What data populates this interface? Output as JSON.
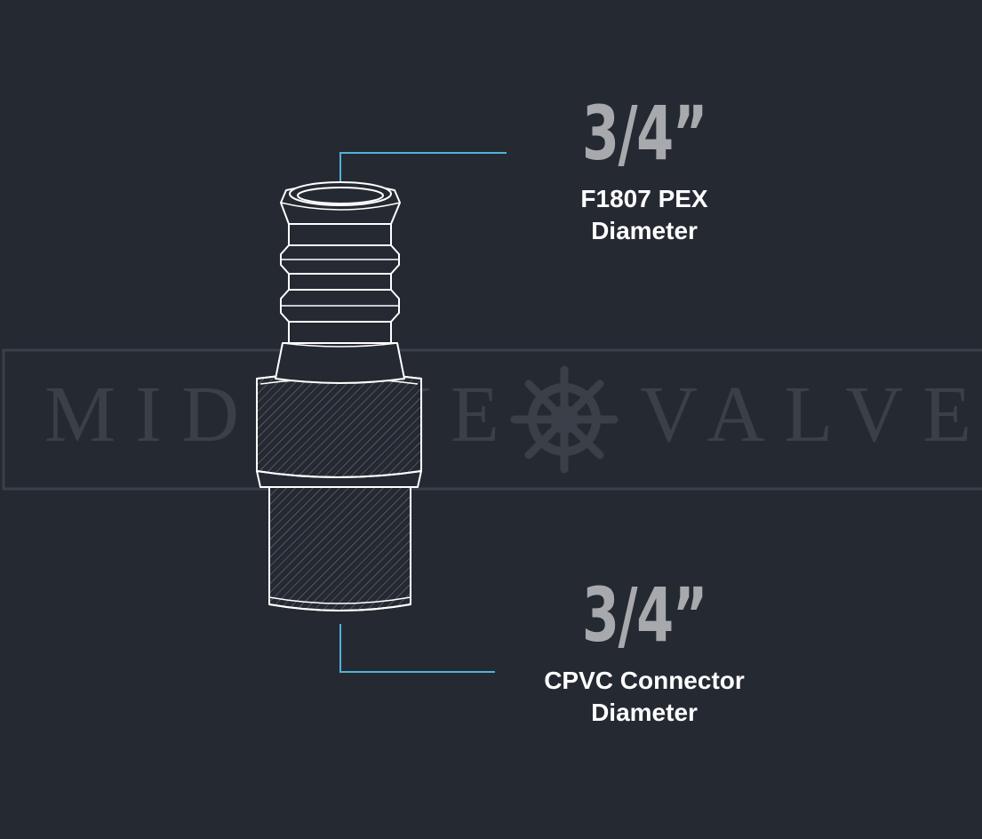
{
  "colors": {
    "background": "#252932",
    "leader_line": "#4fb3d9",
    "size_text": "#a7a9ad",
    "desc_text": "#ffffff",
    "watermark": "#3a3f48",
    "outline": "#ffffff"
  },
  "watermark": {
    "left_text": "MIDLINE",
    "right_text": "VALVE",
    "icon": "ship-wheel-icon"
  },
  "top_callout": {
    "size": "3/4”",
    "desc_line1": "F1807 PEX",
    "desc_line2": "Diameter"
  },
  "bottom_callout": {
    "size": "3/4”",
    "desc_line1": "CPVC Connector",
    "desc_line2": "Diameter"
  }
}
